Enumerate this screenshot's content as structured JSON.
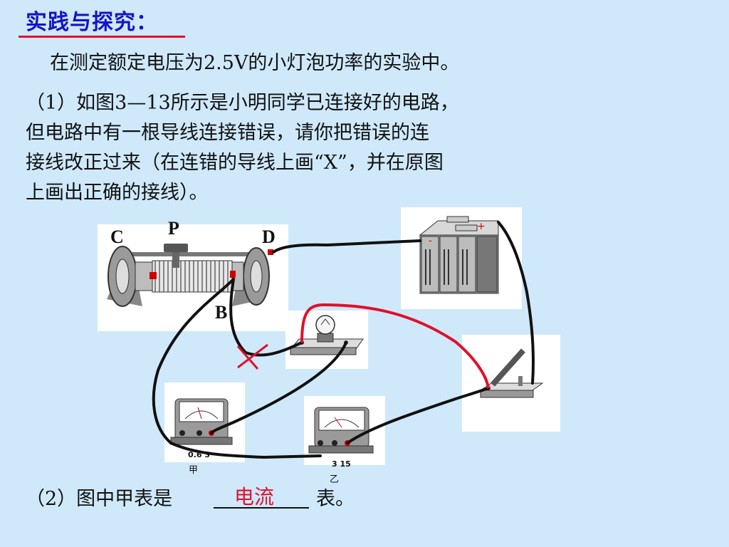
{
  "title": "实践与探究：",
  "intro": "在测定额定电压为2.5V的小灯泡功率的实验中。",
  "question1": {
    "line1": "（1）如图3—13所示是小明同学已连接好的电路，",
    "line2": "但电路中有一根导线连接错误，请你把错误的连",
    "line3": "接线改正过来（在连错的导线上画“X”，并在原图",
    "line4": "上画出正确的接线）。"
  },
  "question2": {
    "prefix": "（2）图中甲表是",
    "answer": "电流",
    "suffix": "表。"
  },
  "diagram": {
    "label_c": "C",
    "label_p": "P",
    "label_d": "D",
    "label_b": "B",
    "meter_a_terminals": "0.6  3",
    "meter_a_name": "甲",
    "meter_b_terminals": "3  15",
    "meter_b_name": "乙"
  },
  "colors": {
    "background": "#cfe9fb",
    "title": "#1414c8",
    "accent_red": "#e0102a",
    "wire": "#111111"
  }
}
